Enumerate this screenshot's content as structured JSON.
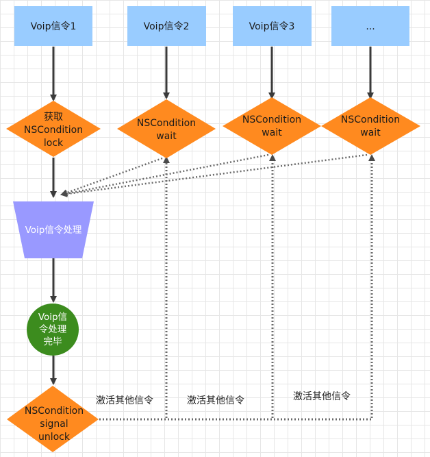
{
  "signals": [
    {
      "label": "Voip信令1"
    },
    {
      "label": "Voip信令2"
    },
    {
      "label": "Voip信令3"
    },
    {
      "label": "..."
    }
  ],
  "lock_node": {
    "line1": "获取",
    "line2": "NSCondition",
    "line3": "lock"
  },
  "wait_nodes": [
    {
      "line1": "NSCondition",
      "line2": "wait"
    },
    {
      "line1": "NSCondition",
      "line2": "wait"
    },
    {
      "line1": "NSCondition",
      "line2": "wait"
    }
  ],
  "process_node": {
    "label": "Voip信令处理"
  },
  "done_node": {
    "line1": "Voip信",
    "line2": "令处理",
    "line3": "完毕"
  },
  "signal_node": {
    "line1": "NSCondition",
    "line2": "signal",
    "line3": "unlock"
  },
  "edge_labels": [
    {
      "text": "激活其他信令"
    },
    {
      "text": "激活其他信令"
    },
    {
      "text": "激活其他信令"
    }
  ],
  "colors": {
    "signal_box": "#99ccff",
    "diamond": "#ff8a1f",
    "process": "#9999ff",
    "done": "#3c8c1e",
    "connector": "#3a3a3a",
    "dotted": "#6a6a6a"
  }
}
